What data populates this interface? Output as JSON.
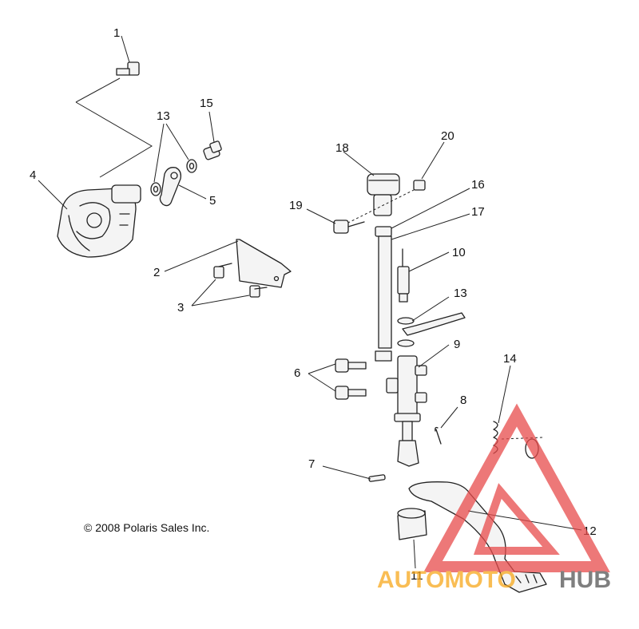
{
  "callouts": [
    "1",
    "2",
    "3",
    "4",
    "5",
    "6",
    "7",
    "8",
    "9",
    "10",
    "11",
    "12",
    "13",
    "13",
    "14",
    "15",
    "16",
    "17",
    "18",
    "19",
    "20"
  ],
  "copyright": "© 2008 Polaris Sales Inc.",
  "watermark": {
    "text_part1": "AUTOMOTO",
    "text_part2": "HUB",
    "color_orange": "#f7a81b",
    "color_red": "#e84b4b",
    "color_gray": "#555555"
  }
}
